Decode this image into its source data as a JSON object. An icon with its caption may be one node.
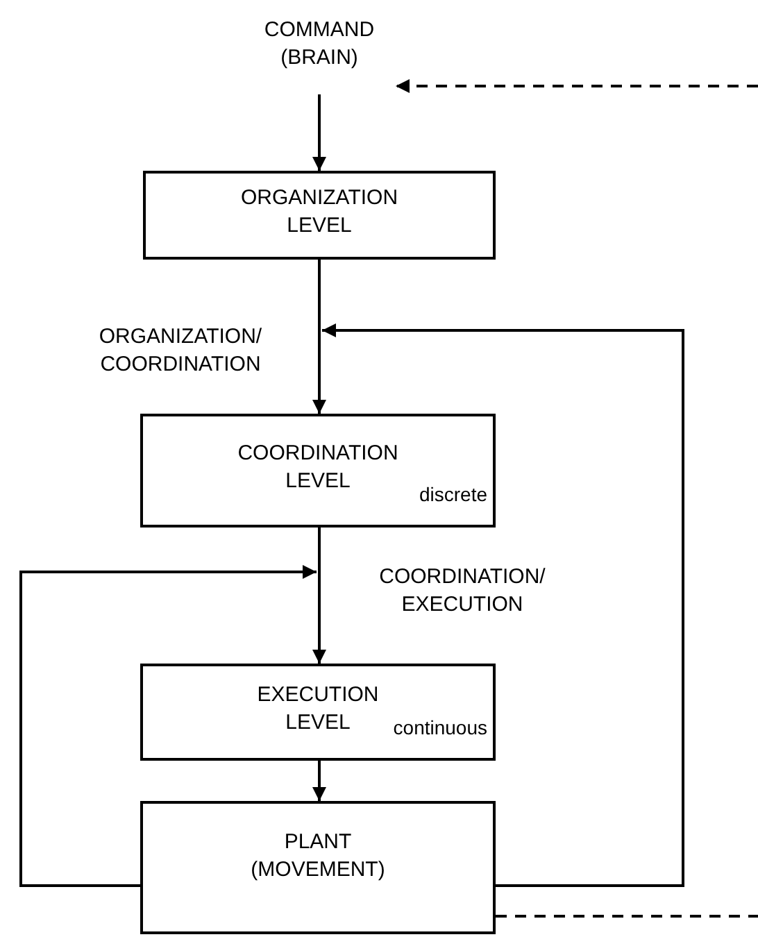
{
  "diagram": {
    "nodes": [
      {
        "text": [
          "COMMAND (BRAIN)"
        ]
      },
      {
        "text": [
          "ORGANIZATION LEVEL"
        ]
      },
      {
        "text": [
          "COORDINATION LEVEL",
          "discrete"
        ]
      },
      {
        "text": [
          "EXECUTION LEVEL",
          "continuous"
        ]
      },
      {
        "text": [
          "PLANT (MOVEMENT)"
        ]
      }
    ],
    "edges": [
      {
        "from": 0,
        "to": 1,
        "arrow": "to"
      },
      {
        "from": 1,
        "to": 2,
        "arrow": "to",
        "label": "ORGANIZATION/ COORDINATION"
      },
      {
        "from": 2,
        "to": 3,
        "arrow": "to",
        "label": "COORDINATION/ EXECUTION"
      },
      {
        "from": 3,
        "to": 4,
        "arrow": "to"
      },
      {
        "from": 4,
        "to": null,
        "arrow": "to"
      },
      {
        "from": 4,
        "to": null,
        "arrow": "to"
      },
      {
        "from": 4,
        "to": null,
        "arrow": "none",
        "style": "dashed"
      },
      {
        "from": null,
        "to": 0,
        "arrow": "to",
        "style": "dashed"
      }
    ]
  }
}
